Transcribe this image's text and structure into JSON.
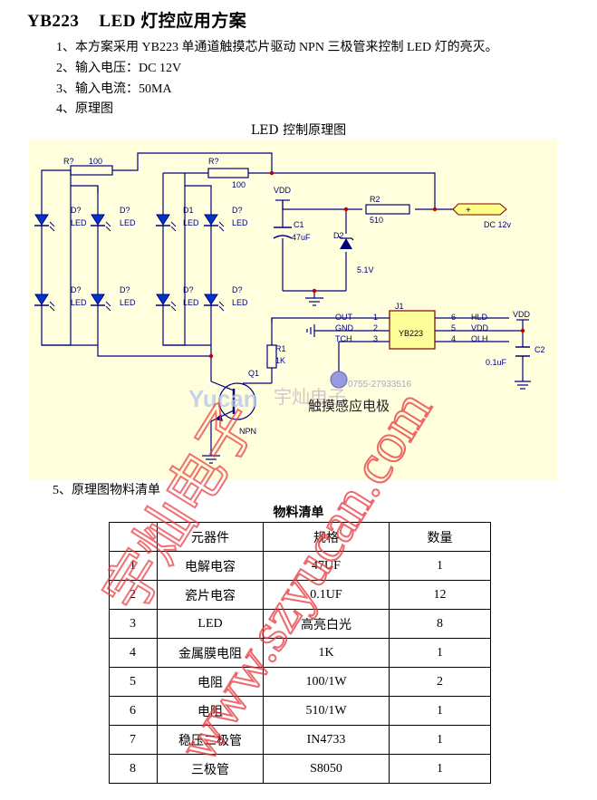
{
  "header": {
    "doc_id": "YB223",
    "title": "LED 灯控应用方案"
  },
  "sections": [
    {
      "num": "1、",
      "text": "本方案采用 YB223 单通道触摸芯片驱动 NPN 三极管来控制 LED 灯的亮灭。"
    },
    {
      "num": "2、",
      "text": "输入电压：DC 12V"
    },
    {
      "num": "3、",
      "text": "输入电流：50MA"
    },
    {
      "num": "4、",
      "text": "原理图"
    }
  ],
  "schematic": {
    "caption": "LED 控制原理图",
    "labels": {
      "r_top1": "R?",
      "r_top1_val": "100",
      "r_top2": "R?",
      "r_top2_val": "100",
      "vdd1": "VDD",
      "r2": "R2",
      "r2_val": "510",
      "dc_plus": "+",
      "dc_label": "DC 12v",
      "c1": "C1",
      "c1_val": "47uF",
      "d2": "D2",
      "d2_val": "5.1V",
      "j1": "J1",
      "chip": "YB223",
      "pin_out": "OUT",
      "pin_gnd": "GND",
      "pin_tch": "TCH",
      "pin_hld": "HLD",
      "pin_vdd": "VDD",
      "pin_olh": "OLH",
      "p1": "1",
      "p2": "2",
      "p3": "3",
      "p4": "4",
      "p5": "5",
      "p6": "6",
      "vdd2": "VDD",
      "c2": "C2",
      "c2_val": "0.1uF",
      "r1": "R1",
      "r1_val": "1K",
      "q1": "Q1",
      "npn": "NPN",
      "led_ref": "D?",
      "led_val": "LED",
      "d1_ref": "D1",
      "touch": "触摸感应电极",
      "phone": "0755-27933516",
      "logo_brand": "Yucan",
      "logo_cn": "宇灿电子"
    }
  },
  "bom": {
    "section": {
      "num": "5、",
      "text": "原理图物料清单"
    },
    "title": "物料清单",
    "headers": [
      "",
      "元器件",
      "规格",
      "数量"
    ],
    "rows": [
      [
        "1",
        "电解电容",
        "47UF",
        "1"
      ],
      [
        "2",
        "瓷片电容",
        "0.1UF",
        "12"
      ],
      [
        "3",
        "LED",
        "高亮白光",
        "8"
      ],
      [
        "4",
        "金属膜电阻",
        "1K",
        "1"
      ],
      [
        "5",
        "电阻",
        "100/1W",
        "2"
      ],
      [
        "6",
        "电阻",
        "510/1W",
        "1"
      ],
      [
        "7",
        "稳压二极管",
        "IN4733",
        "1"
      ],
      [
        "8",
        "三极管",
        "S8050",
        "1"
      ]
    ]
  },
  "watermark": {
    "url": "www.szyucan.com",
    "cn": "宇灿电子",
    "color": "#e8363c"
  },
  "colors": {
    "wire": "#00007f",
    "component": "#ff0000",
    "schematic_bg": "#ffffdd"
  }
}
